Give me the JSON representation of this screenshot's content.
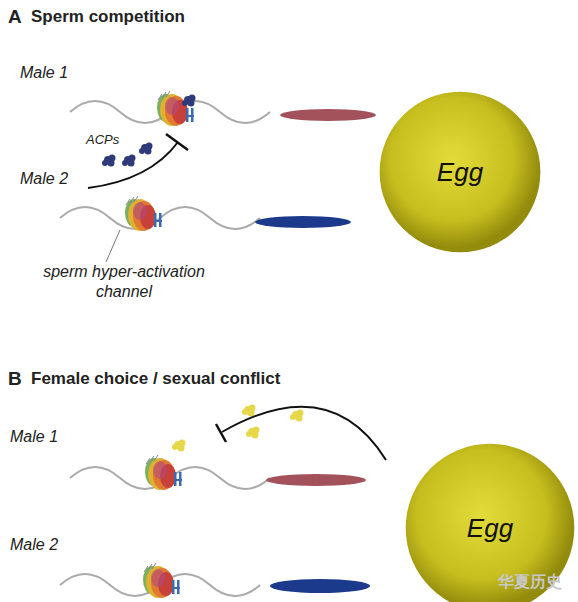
{
  "diagram": {
    "nodes": [
      {
        "text": [
          "Egg"
        ]
      },
      {
        "text": [
          "Egg"
        ]
      }
    ],
    "labels": [
      "A",
      "Sperm competition",
      "Male 1",
      "Male 2",
      "ACPs",
      "sperm hyper-activation channel",
      "B",
      "Female choice / sexual conflict",
      "Male 1",
      "Male 2",
      "华夏历史"
    ]
  }
}
